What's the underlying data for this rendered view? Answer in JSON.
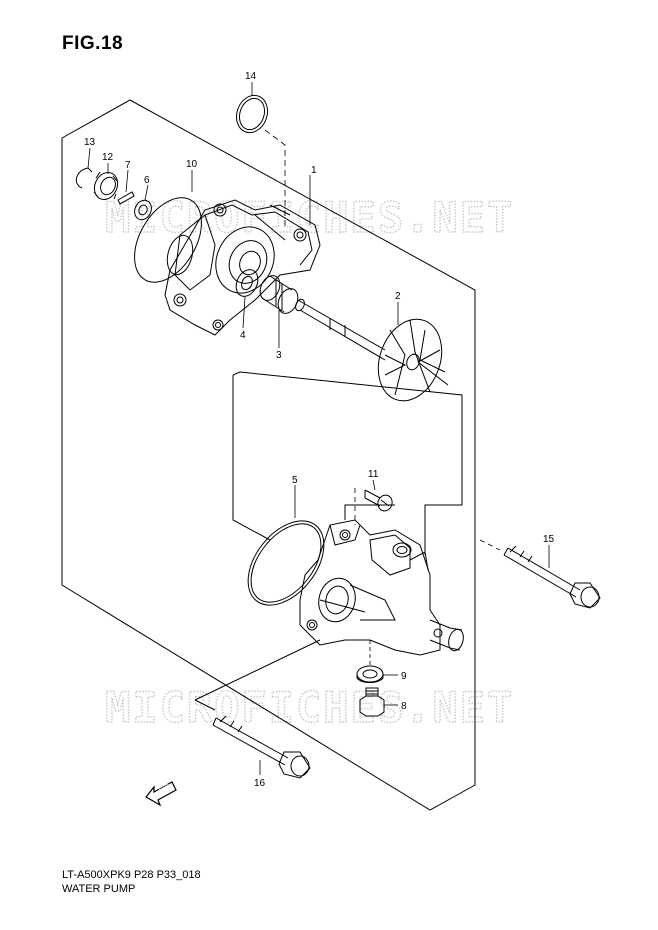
{
  "figure": {
    "title": "FIG.18",
    "code": "LT-A500XPK9 P28 P33_018",
    "name": "WATER PUMP"
  },
  "watermark": {
    "text": "MICROFICHES.NET",
    "color": "#c8c8c8"
  },
  "fwd_label": "FWD",
  "parts": [
    {
      "number": "1"
    },
    {
      "number": "2"
    },
    {
      "number": "3"
    },
    {
      "number": "4"
    },
    {
      "number": "5"
    },
    {
      "number": "6"
    },
    {
      "number": "7"
    },
    {
      "number": "8"
    },
    {
      "number": "9"
    },
    {
      "number": "10"
    },
    {
      "number": "11"
    },
    {
      "number": "12"
    },
    {
      "number": "13"
    },
    {
      "number": "14"
    },
    {
      "number": "15"
    },
    {
      "number": "16"
    }
  ]
}
